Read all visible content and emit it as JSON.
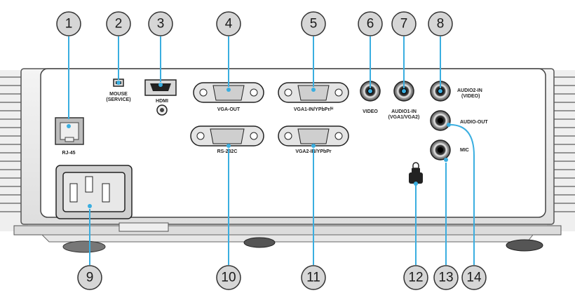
{
  "callouts": [
    "1",
    "2",
    "3",
    "4",
    "5",
    "6",
    "7",
    "8",
    "9",
    "10",
    "11",
    "12",
    "13",
    "14"
  ],
  "labels": {
    "mouse": "MOUSE",
    "mouse_sub": "(SERVICE)",
    "hdmi": "HDMI",
    "vga_out": "VGA-OUT",
    "vga1": "VGA1-IN/YPbPr/ᴴ",
    "video": "VIDEO",
    "audio1": "AUDIO1-IN",
    "audio1_sub": "(VGA1/VGA2)",
    "audio2": "AUDIO2-IN",
    "audio2_sub": "(VIDEO)",
    "audio_out": "AUDIO-OUT",
    "mic": "MIC",
    "rj45": "RJ-45",
    "rs232": "RS-232C",
    "vga2": "VGA2-IN/YPbPr"
  },
  "colors": {
    "callout_fill": "#d6d6d6",
    "callout_stroke": "#333333",
    "line": "#3aaee0"
  }
}
